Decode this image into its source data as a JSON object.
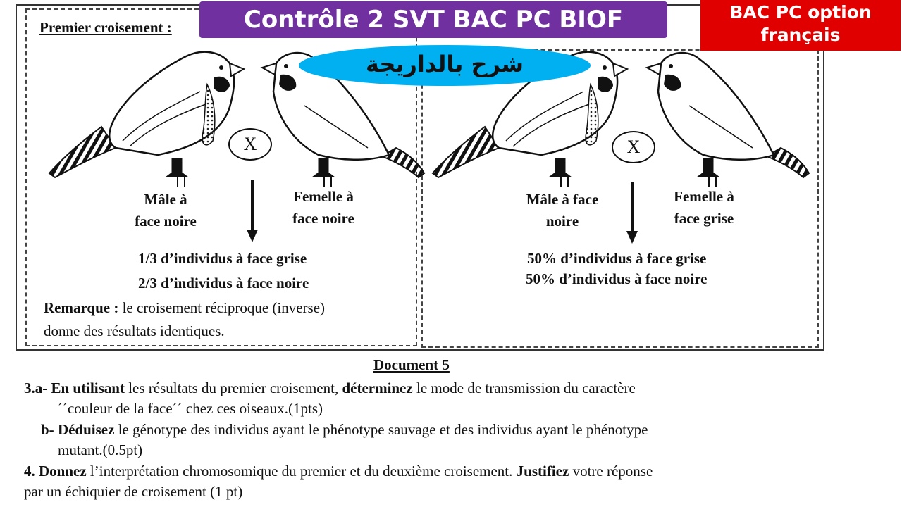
{
  "banner": {
    "title": "Contrôle 2 SVT BAC PC BIOF"
  },
  "top_right": {
    "line1": "BAC PC option",
    "line2": "français"
  },
  "arabic_label": "شرح بالداريجة",
  "cross1": {
    "heading": "Premier croisement :",
    "symbol": "X",
    "male_line1": "Mâle à",
    "male_line2": "face noire",
    "female_line1": "Femelle à",
    "female_line2": "face noire",
    "result1": "1/3 d’individus à face grise",
    "result2": "2/3 d’individus à face noire",
    "remark_label": "Remarque :",
    "remark_text1": " le croisement réciproque (inverse)",
    "remark_text2": "donne des résultats identiques."
  },
  "cross2": {
    "symbol": "X",
    "male_line1": "Mâle à face",
    "male_line2": "noire",
    "female_line1": "Femelle à",
    "female_line2": "face grise",
    "result1": "50% d’individus à face grise",
    "result2": "50% d’individus à face noire"
  },
  "document_label": "Document 5",
  "questions": {
    "q3a_num": "3.a- ",
    "q3a_b1": "En utilisant",
    "q3a_t1": " les résultats du premier croisement, ",
    "q3a_b2": "déterminez",
    "q3a_t2": " le mode de transmission du caractère",
    "q3a_line2": "´´couleur de la face´´ chez ces oiseaux.(1pts)",
    "q3b_num": "b- ",
    "q3b_b1": "Déduisez",
    "q3b_t1": " le génotype des individus ayant le phénotype sauvage et des individus ayant le phénotype",
    "q3b_line2": "mutant.(0.5pt)",
    "q4_num": "4. ",
    "q4_b1": "Donnez",
    "q4_t1": " l’interprétation chromosomique du premier et du deuxième croisement. ",
    "q4_b2": "Justifiez",
    "q4_t2": " votre réponse",
    "q4_line2": "par un échiquier de croisement (1 pt)"
  }
}
